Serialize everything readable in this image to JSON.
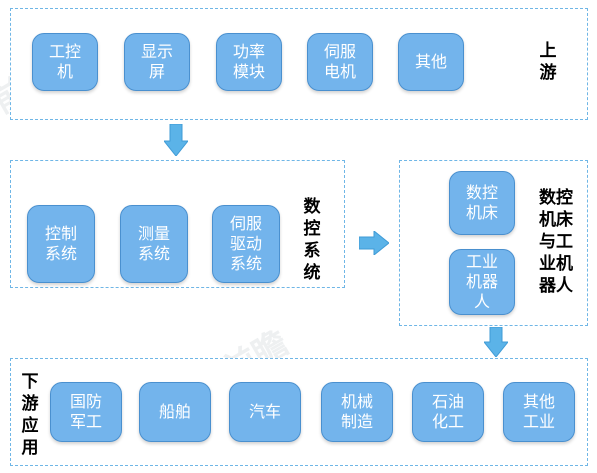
{
  "upstream": {
    "label": "上\n游",
    "items": [
      {
        "label": "工控\n机"
      },
      {
        "label": "显示\n屏"
      },
      {
        "label": "功率\n模块"
      },
      {
        "label": "伺服\n电机"
      },
      {
        "label": "其他"
      }
    ]
  },
  "cnc_system": {
    "label": "数\n控\n系\n统",
    "items": [
      {
        "label": "控制\n系统"
      },
      {
        "label": "测量\n系统"
      },
      {
        "label": "伺服\n驱动\n系统"
      }
    ]
  },
  "cnc_machine": {
    "label": "数控\n机床\n与工\n业机\n器人",
    "items": [
      {
        "label": "数控\n机床"
      },
      {
        "label": "工业\n机器\n人"
      }
    ]
  },
  "downstream": {
    "label": "下\n游\n应\n用",
    "items": [
      {
        "label": "国防\n军工"
      },
      {
        "label": "船舶"
      },
      {
        "label": "汽车"
      },
      {
        "label": "机械\n制造"
      },
      {
        "label": "石油\n化工"
      },
      {
        "label": "其他\n工业"
      }
    ]
  },
  "style": {
    "node_fill": "#73b4ec",
    "node_border": "#4a90cf",
    "panel_border": "#6fb6e6",
    "arrow_color": "#5bb3e8"
  }
}
